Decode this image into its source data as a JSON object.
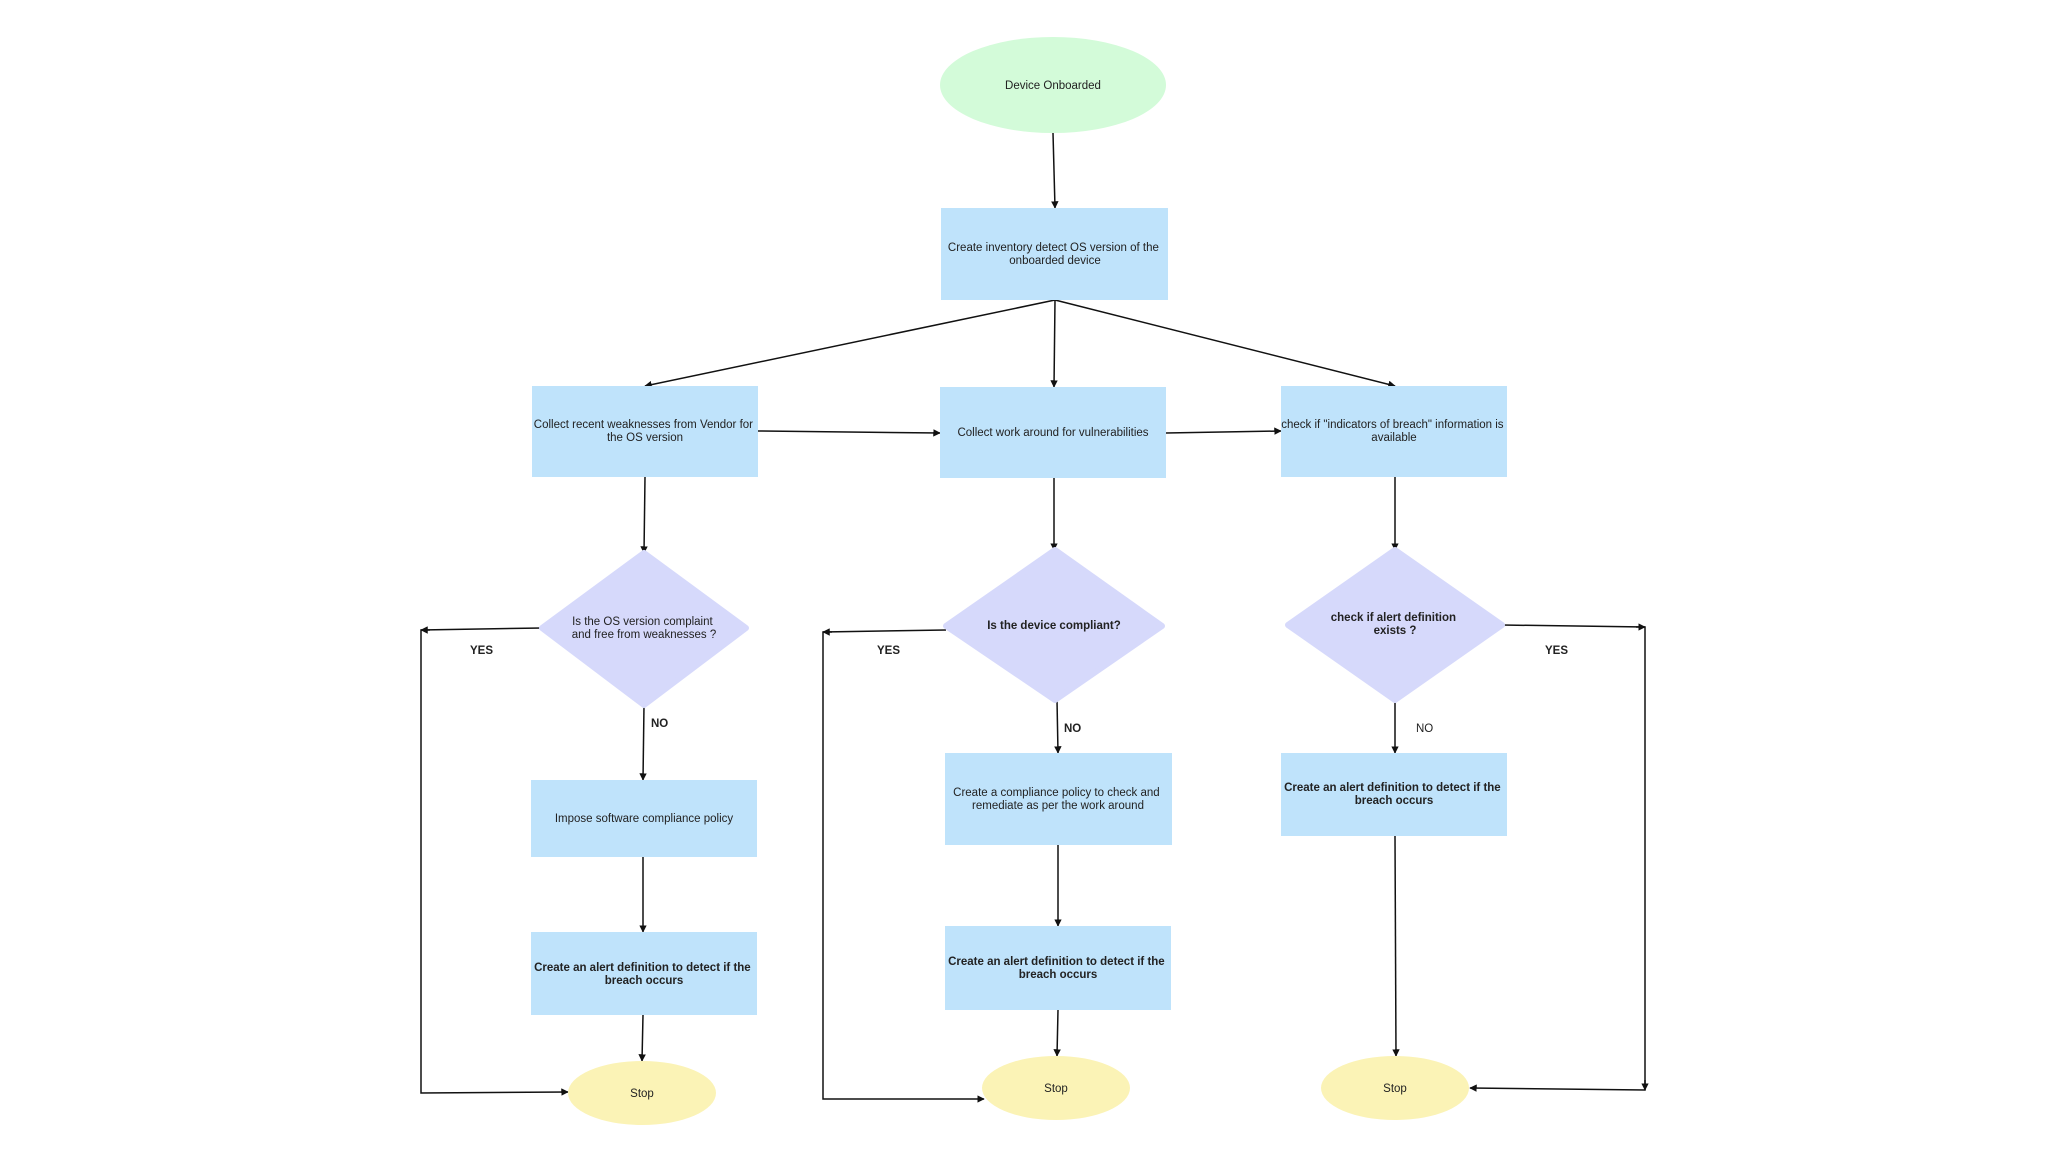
{
  "colors": {
    "start": "#d3fbd9",
    "process": "#bfe3fb",
    "decision": "#d6d9fb",
    "stop": "#fbf3b6",
    "edge": "#111111",
    "text": "#222222",
    "background": "#ffffff"
  },
  "nodes": {
    "device_onboarded": {
      "label": "Device Onboarded"
    },
    "create_inventory": {
      "lines": [
        "Create inventory detect OS version of the",
        "onboarded device"
      ]
    },
    "collect_weaknesses": {
      "lines": [
        "Collect recent weaknesses from Vendor for",
        "the OS version"
      ]
    },
    "collect_workaround": {
      "label": "Collect work around for vulnerabilities"
    },
    "check_ioc": {
      "lines": [
        "check if \"indicators of breach\" information is",
        "available"
      ]
    },
    "decision_os_compliant": {
      "lines": [
        "Is the OS version complaint",
        "and free from weaknesses ?"
      ]
    },
    "decision_device_compliant": {
      "label": "Is the device compliant?"
    },
    "decision_alert_exists": {
      "lines": [
        "check if alert definition",
        "exists ?"
      ]
    },
    "impose_policy": {
      "label": "Impose software compliance policy"
    },
    "create_compliance_policy": {
      "lines": [
        "Create a compliance policy to check and",
        "remediate as per the work around"
      ]
    },
    "alert_def_left": {
      "lines": [
        "Create an alert definition to detect if the",
        "breach occurs"
      ]
    },
    "alert_def_middle": {
      "lines": [
        "Create an alert definition to detect if the",
        "breach occurs"
      ]
    },
    "alert_def_right": {
      "lines": [
        "Create an alert definition to detect if the",
        "breach occurs"
      ]
    },
    "stop_left": {
      "label": "Stop"
    },
    "stop_middle": {
      "label": "Stop"
    },
    "stop_right": {
      "label": "Stop"
    }
  },
  "edge_labels": {
    "yes_left": "YES",
    "no_left": "NO",
    "yes_middle": "YES",
    "no_middle": "NO",
    "yes_right": "YES",
    "no_right": "NO"
  }
}
